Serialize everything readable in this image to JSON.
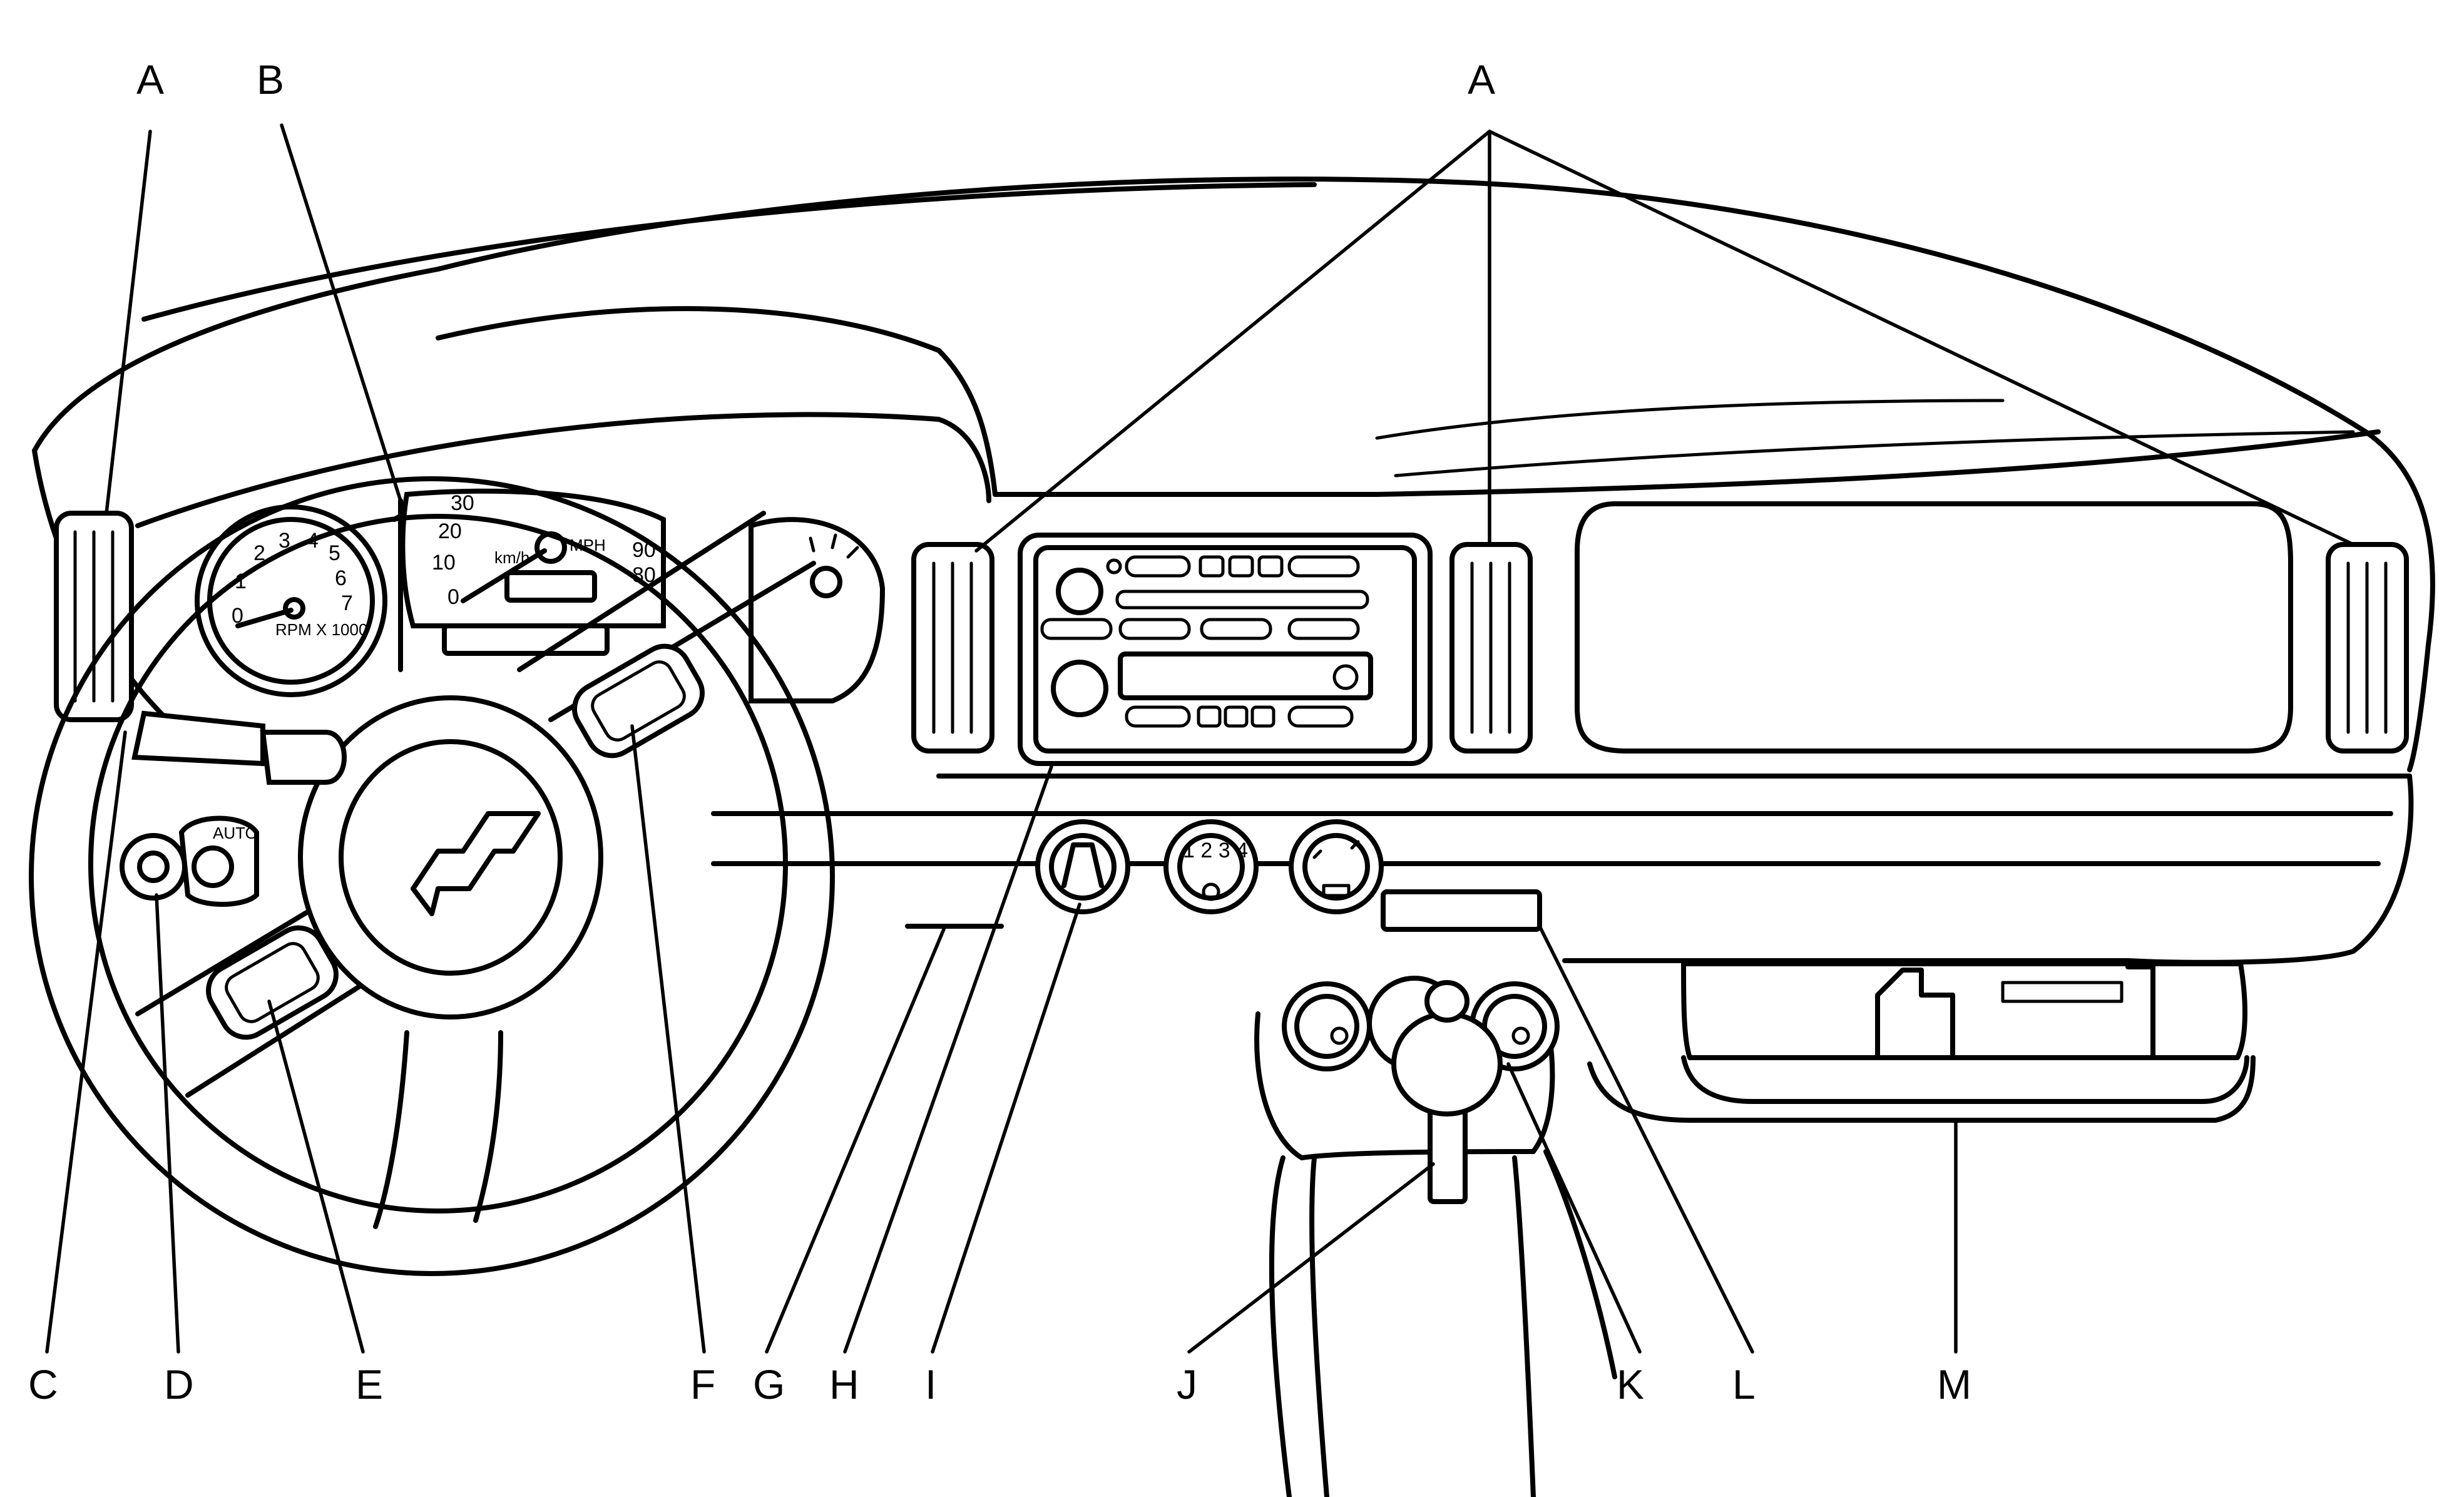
{
  "callouts": {
    "a_left": "A",
    "a_right": "A",
    "b": "B",
    "c": "C",
    "d": "D",
    "e": "E",
    "f": "F",
    "g": "G",
    "h": "H",
    "i": "I",
    "j": "J",
    "k": "K",
    "l": "L",
    "m": "M"
  },
  "gauge_text": {
    "tach_units": "RPM X 1000",
    "tach_numbers": [
      "0",
      "1",
      "2",
      "3",
      "4",
      "5",
      "6",
      "7"
    ],
    "speed_units_mph": "MPH",
    "speed_units_kmh": "km/h",
    "speed_numbers": [
      "0",
      "10",
      "20",
      "30"
    ],
    "speed_numbers_right": [
      "80",
      "90"
    ],
    "headlamp_switch_auto": "AUTO"
  }
}
